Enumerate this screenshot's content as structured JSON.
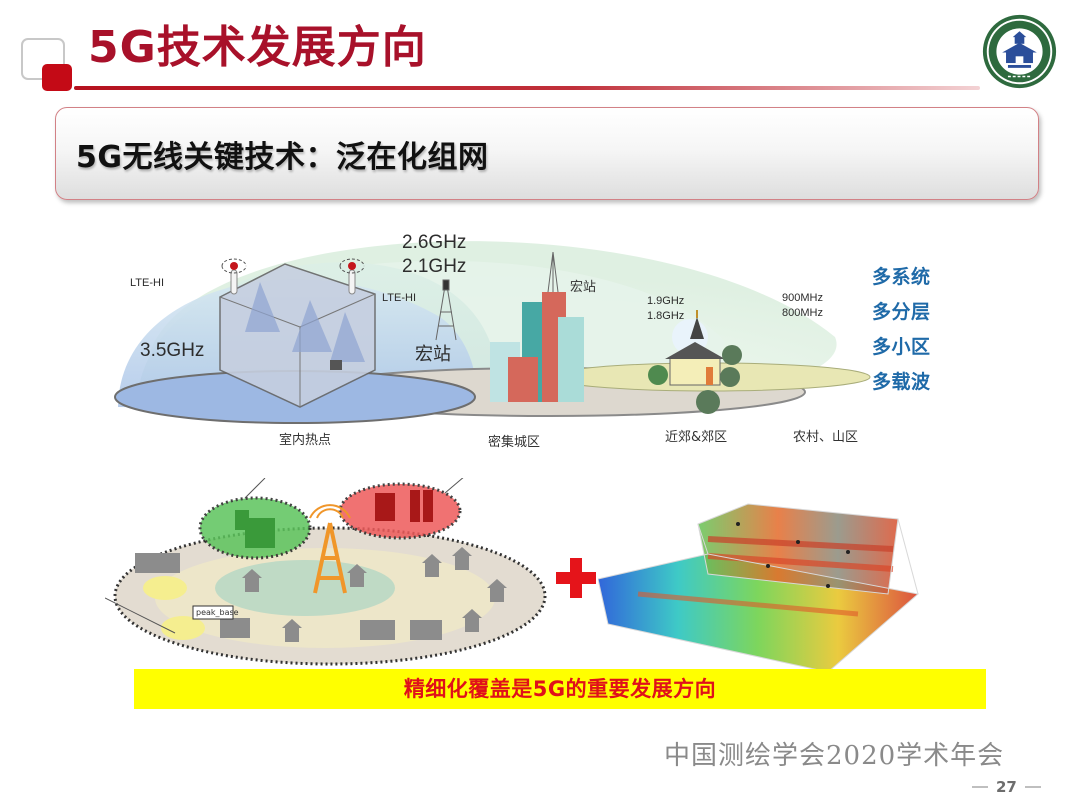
{
  "header": {
    "title": "5G技术发展方向",
    "title_color": "#a8112a",
    "logo": {
      "icon": "wuhan-university-seal-icon",
      "ring_text": "WUHAN UNIVERSITY"
    }
  },
  "banner": {
    "text": "5G无线关键技术：泛在化组网"
  },
  "network_diagram": {
    "labels": {
      "lte_hi_left": "LTE-HI",
      "lte_hi_right": "LTE-HI",
      "freq_35": "3.5GHz",
      "freq_26": "2.6GHz",
      "freq_21": "2.1GHz",
      "macro_station_large": "宏站",
      "macro_station_small": "宏站",
      "freq_19": "1.9GHz",
      "freq_18": "1.8GHz",
      "freq_900": "900MHz",
      "freq_800": "800MHz"
    },
    "zones": [
      {
        "label": "室内热点"
      },
      {
        "label": "密集城区"
      },
      {
        "label": "近郊&郊区"
      },
      {
        "label": "农村、山区"
      }
    ],
    "features": [
      {
        "label": "多系统"
      },
      {
        "label": "多分层"
      },
      {
        "label": "多小区"
      },
      {
        "label": "多载波"
      }
    ],
    "feature_color": "#1f6aa8"
  },
  "city_diagram": {
    "tag_label": "peak_base",
    "icon": "coverage-city-map-icon"
  },
  "plus_sign": {
    "icon": "plus-icon",
    "color": "#e5141a"
  },
  "heatmap": {
    "icon": "indoor-signal-heatmap-icon"
  },
  "callout": {
    "text": "精细化覆盖是5G的重要发展方向",
    "background": "#ffff00",
    "text_color": "#e0101a"
  },
  "footer": {
    "conference": "中国测绘学会2020学术年会",
    "page_number": "27"
  }
}
